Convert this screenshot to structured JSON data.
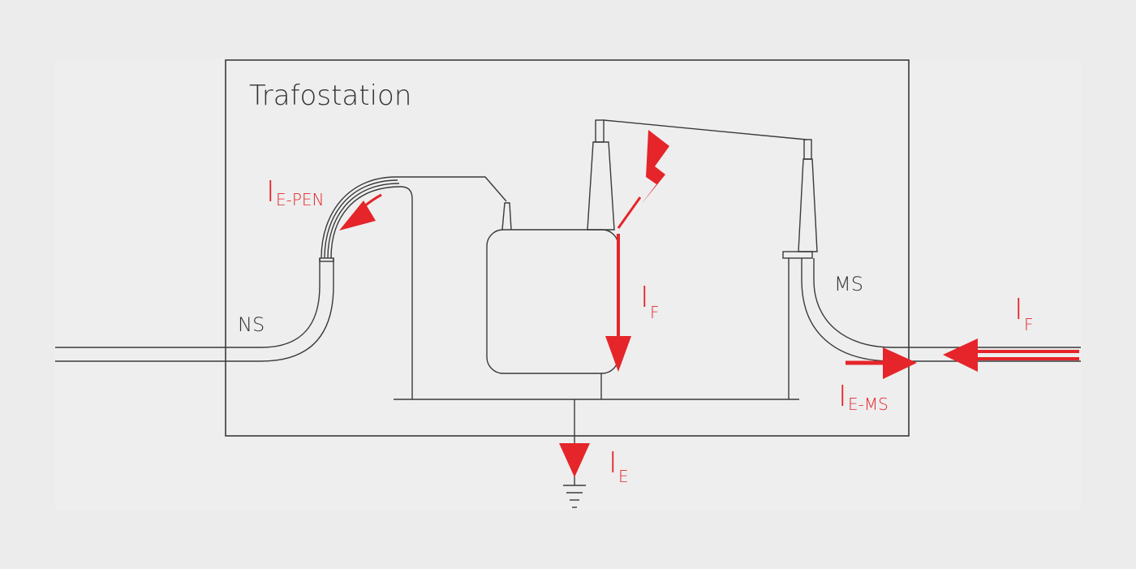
{
  "diagram": {
    "station_title": "Trafostation",
    "low_voltage_label": "NS",
    "medium_voltage_label": "MS",
    "labels": {
      "i_e_pen": {
        "main": "I",
        "sub": "E-PEN"
      },
      "i_f_transformer": {
        "main": "I",
        "sub": "F"
      },
      "i_f_cable": {
        "main": "I",
        "sub": "F"
      },
      "i_e_ms": {
        "main": "I",
        "sub": "E-MS"
      },
      "i_e": {
        "main": "I",
        "sub": "E"
      }
    },
    "icons": [
      "lightning-icon",
      "ground-symbol-icon",
      "arrow-icon"
    ],
    "colors": {
      "background": "#ececec",
      "panel": "#eeeeee",
      "line": "#3a3a3a",
      "accent": "#e5252a"
    }
  }
}
